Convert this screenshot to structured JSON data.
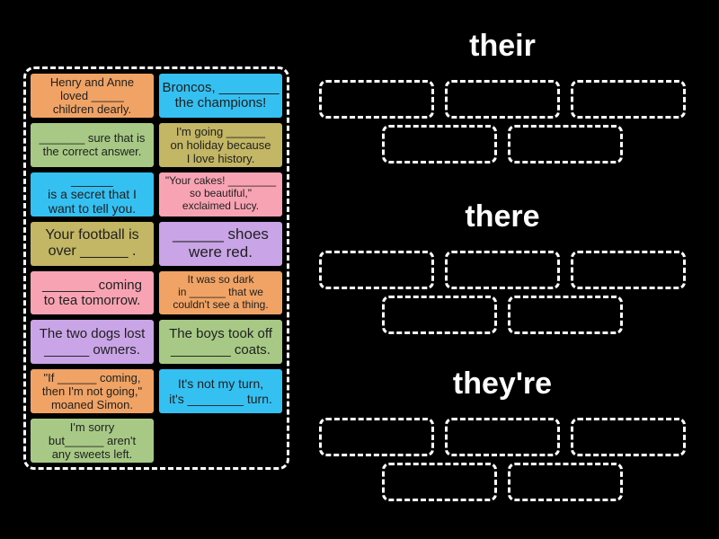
{
  "colors": {
    "background": "#000000",
    "dashed_border": "#ffffff",
    "tile_text": "#1f1f1f",
    "group_title_text": "#ffffff"
  },
  "word_bank": {
    "tiles": [
      {
        "text": "Henry and Anne\nloved _____\nchildren dearly.",
        "color": "#f0a365"
      },
      {
        "text": "Broncos, ________\nthe champions!",
        "color": "#35c0f2"
      },
      {
        "text": "_______ sure that is\nthe correct answer.",
        "color": "#a7c985"
      },
      {
        "text": "I'm going ______\non holiday because\nI love history.",
        "color": "#c3b664"
      },
      {
        "text": "______\nis a secret that I\nwant to tell you.",
        "color": "#35c0f2"
      },
      {
        "text": "\"Your cakes! ________\nso beautiful,\"\nexclaimed Lucy.",
        "color": "#f8a3b3"
      },
      {
        "text": "Your football is\nover ______ .",
        "color": "#c3b664"
      },
      {
        "text": "______ shoes\nwere red.",
        "color": "#c9a4e6"
      },
      {
        "text": "_______ coming\nto tea tomorrow.",
        "color": "#f8a3b3"
      },
      {
        "text": "It was so dark\nin ______ that we\ncouldn't see a thing.",
        "color": "#f0a365"
      },
      {
        "text": "The two dogs lost\n______ owners.",
        "color": "#c9a4e6"
      },
      {
        "text": "The boys took off\n________ coats.",
        "color": "#a7c985"
      },
      {
        "text": "\"If ______ coming,\nthen I'm not going,\"\nmoaned Simon.",
        "color": "#f0a365"
      },
      {
        "text": "It's not my turn,\nit's ________ turn.",
        "color": "#35c0f2"
      },
      {
        "text": "I'm sorry\nbut______ aren't\nany sweets left.",
        "color": "#a7c985"
      }
    ]
  },
  "groups": [
    {
      "label": "their",
      "slot_count": 5
    },
    {
      "label": "there",
      "slot_count": 5
    },
    {
      "label": "they're",
      "slot_count": 5
    }
  ]
}
